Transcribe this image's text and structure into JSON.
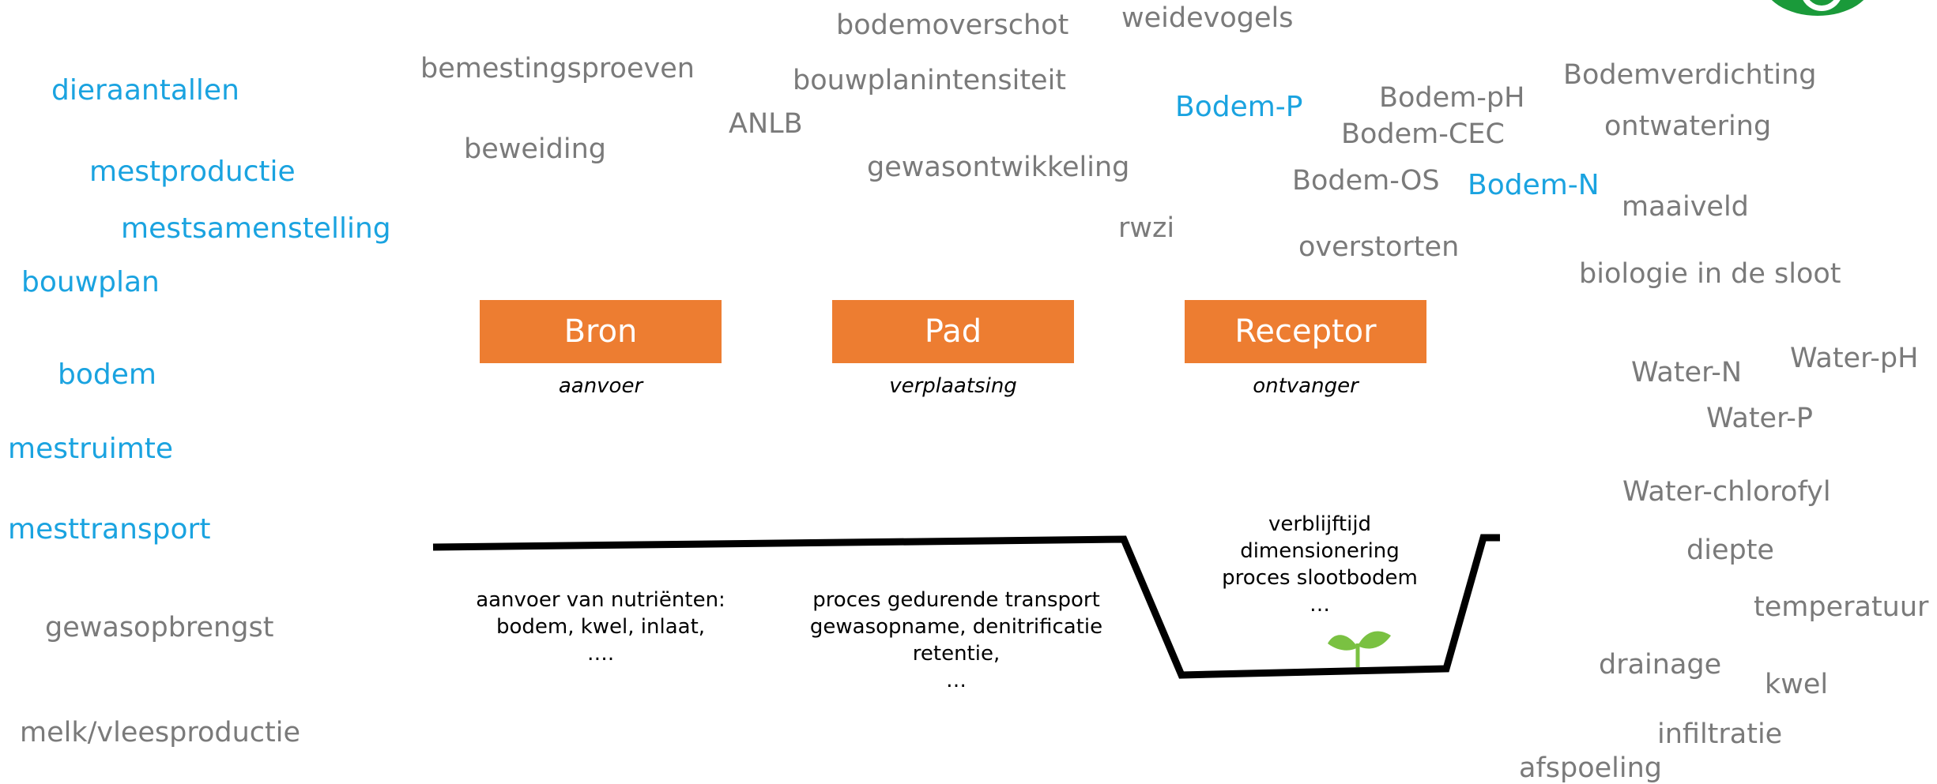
{
  "left_blue": [
    "dieraantallen",
    "mestproductie",
    "mestsamenstelling",
    "bouwplan",
    "bodem",
    "mestruimte",
    "mesttransport"
  ],
  "left_gray": [
    "gewasopbrengst",
    "melk/vleesproductie"
  ],
  "top_terms": {
    "bemestingsproeven": "bemestingsproeven",
    "beweiding": "beweiding",
    "ANLB": "ANLB",
    "bodemoverschot": "bodemoverschot",
    "bouwplanintensiteit": "bouwplanintensiteit",
    "gewasontwikkeling": "gewasontwikkeling",
    "weidevogels": "weidevogels",
    "rwzi": "rwzi",
    "Bodem-P": "Bodem-P",
    "Bodem-pH": "Bodem-pH",
    "Bodem-CEC": "Bodem-CEC",
    "Bodem-OS": "Bodem-OS",
    "Bodem-N": "Bodem-N",
    "overstorten": "overstorten"
  },
  "right_terms": {
    "Bodemverdichting": "Bodemverdichting",
    "ontwatering": "ontwatering",
    "maaiveld": "maaiveld",
    "biologie": "biologie in de sloot",
    "Water-N": "Water-N",
    "Water-pH": "Water-pH",
    "Water-P": "Water-P",
    "Water-chlorofyl": "Water-chlorofyl",
    "diepte": "diepte",
    "temperatuur": "temperatuur",
    "drainage": "drainage",
    "kwel": "kwel",
    "infiltratie": "infiltratie",
    "afspoeling": "afspoeling"
  },
  "stages": [
    {
      "title": "Bron",
      "subtitle": "aanvoer"
    },
    {
      "title": "Pad",
      "subtitle": "verplaatsing"
    },
    {
      "title": "Receptor",
      "subtitle": "ontvanger"
    }
  ],
  "descriptions": {
    "bron": "aanvoer van nutriënten:\nbodem, kwel, inlaat,\n….",
    "pad": "proces gedurende transport\ngewasopname, denitrificatie\nretentie,\n…",
    "receptor": "verblijftijd\ndimensionering\nproces slootbodem\n…"
  },
  "colors": {
    "blue_terms": "#1aa3e0",
    "gray_terms": "#7a7a7a",
    "stage_box": "#ed7d31",
    "plant": "#7ac142",
    "logo": "#1a9a3a"
  }
}
